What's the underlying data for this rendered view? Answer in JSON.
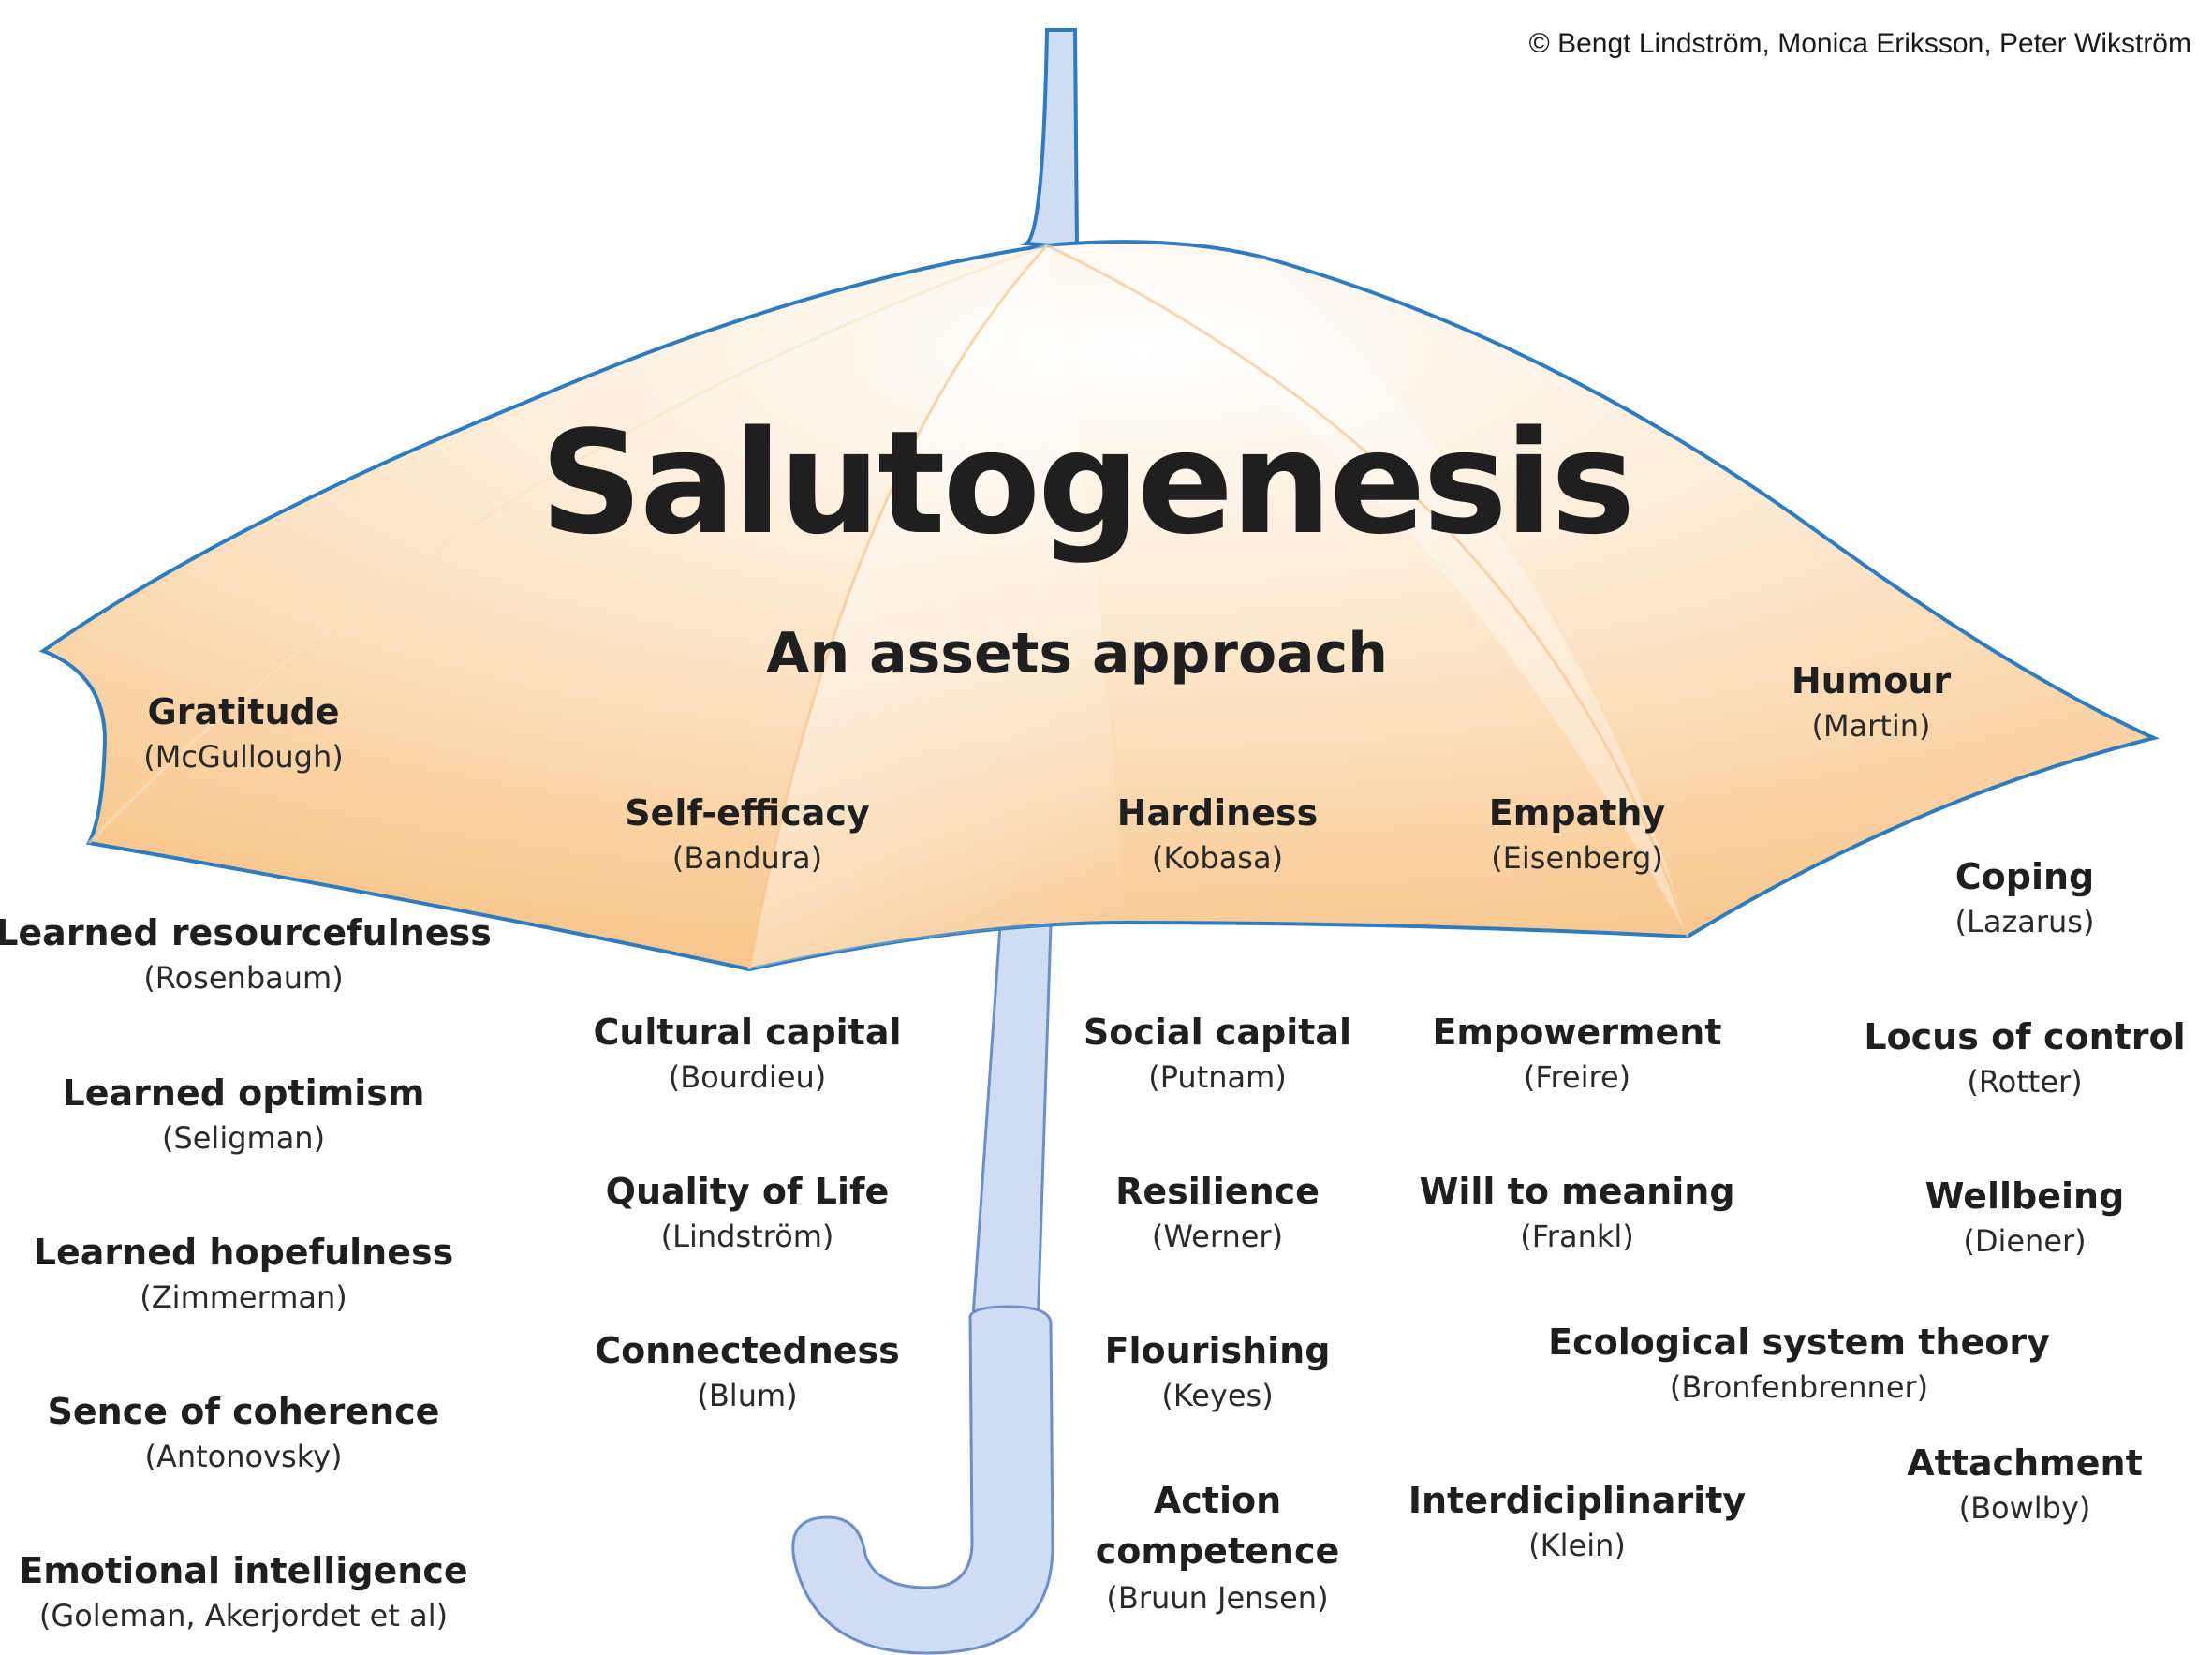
{
  "title": "Salutogenesis",
  "subtitle": "An assets approach",
  "copyright": "© Bengt Lindström, Monica Eriksson, Peter Wikström",
  "colors": {
    "canopy_fill_light": "#fffaf3",
    "canopy_fill_dark": "#f9c98c",
    "canopy_outline": "#2e7bbf",
    "handle_fill": "#cfdcf2",
    "handle_outline": "#6d8fc7",
    "text": "#1f1f1f"
  },
  "concepts": [
    {
      "name": "Gratitude",
      "author": "(McGullough)"
    },
    {
      "name": "Self-efficacy",
      "author": "(Bandura)"
    },
    {
      "name": "Hardiness",
      "author": "(Kobasa)"
    },
    {
      "name": "Empathy",
      "author": "(Eisenberg)"
    },
    {
      "name": "Humour",
      "author": "(Martin)"
    },
    {
      "name": "Coping",
      "author": "(Lazarus)"
    },
    {
      "name": "Learned resourcefulness",
      "author": "(Rosenbaum)"
    },
    {
      "name": "Cultural capital",
      "author": "(Bourdieu)"
    },
    {
      "name": "Social capital",
      "author": "(Putnam)"
    },
    {
      "name": "Empowerment",
      "author": "(Freire)"
    },
    {
      "name": "Locus of control",
      "author": "(Rotter)"
    },
    {
      "name": "Learned optimism",
      "author": "(Seligman)"
    },
    {
      "name": "Quality of Life",
      "author": "(Lindström)"
    },
    {
      "name": "Resilience",
      "author": "(Werner)"
    },
    {
      "name": "Will to meaning",
      "author": "(Frankl)"
    },
    {
      "name": "Wellbeing",
      "author": "(Diener)"
    },
    {
      "name": "Learned hopefulness",
      "author": "(Zimmerman)"
    },
    {
      "name": "Connectedness",
      "author": "(Blum)"
    },
    {
      "name": "Flourishing",
      "author": "(Keyes)"
    },
    {
      "name": "Ecological system theory",
      "author": "(Bronfenbrenner)"
    },
    {
      "name": "Sence of coherence",
      "author": "(Antonovsky)"
    },
    {
      "name": "Attachment",
      "author": "(Bowlby)"
    },
    {
      "name": "Action competence",
      "author": "(Bruun Jensen)"
    },
    {
      "name": "Interdiciplinarity",
      "author": "(Klein)"
    },
    {
      "name": "Emotional intelligence",
      "author": "(Goleman, Akerjordet et al)"
    }
  ]
}
